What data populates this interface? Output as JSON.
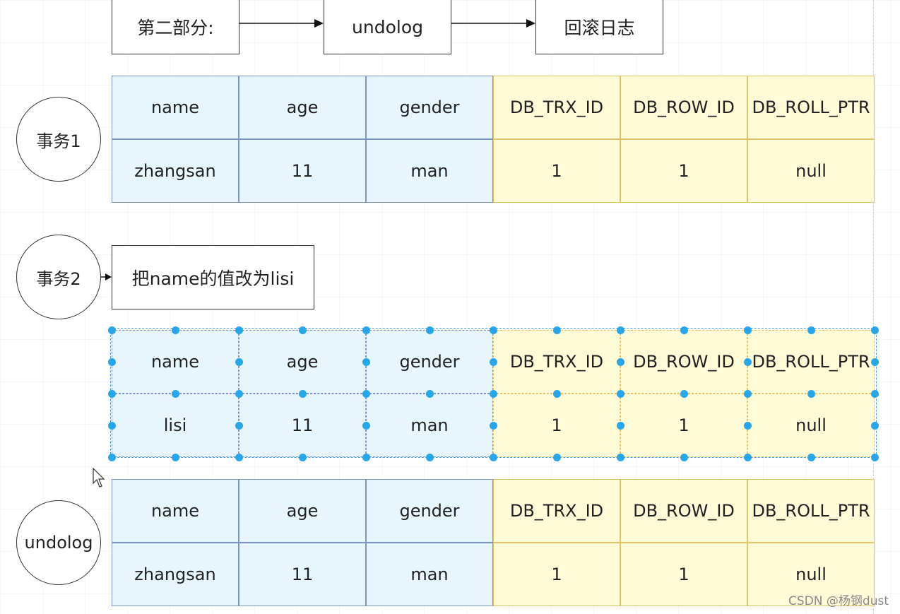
{
  "header": {
    "part_label": "第二部分:",
    "undolog_label": "undolog",
    "rollback_label": "回滚日志"
  },
  "columns": [
    "name",
    "age",
    "gender",
    "DB_TRX_ID",
    "DB_ROW_ID",
    "DB_ROLL_PTR"
  ],
  "transaction1": {
    "label": "事务1",
    "row": [
      "zhangsan",
      "11",
      "man",
      "1",
      "1",
      "null"
    ]
  },
  "transaction2": {
    "label": "事务2",
    "action": "把name的值改为lisi",
    "row": [
      "lisi",
      "11",
      "man",
      "1",
      "1",
      "null"
    ]
  },
  "undolog": {
    "label": "undolog",
    "row": [
      "zhangsan",
      "11",
      "man",
      "1",
      "1",
      "null"
    ]
  },
  "colors": {
    "hidden_column_fill": "#fefbd6",
    "hidden_column_border": "#e2c36a",
    "user_column_fill": "#e6f6fc",
    "user_column_border": "#7c95c4",
    "selection": "#27a7eb"
  },
  "watermark": "CSDN @杨钢dust"
}
